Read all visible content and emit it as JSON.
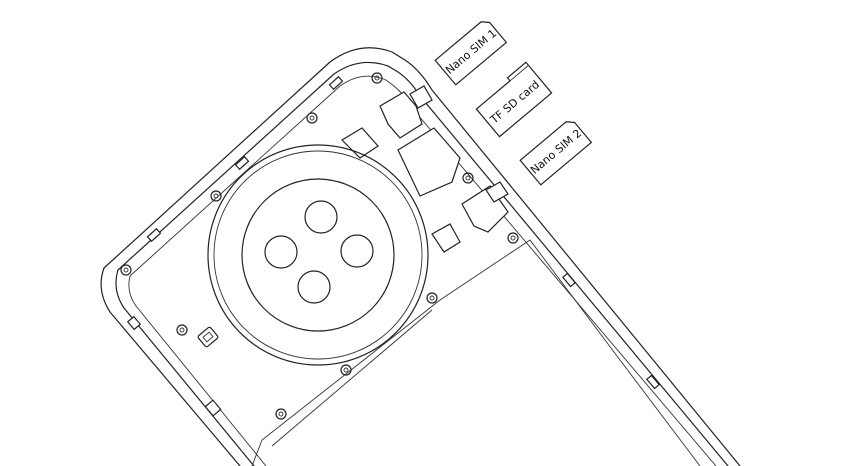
{
  "diagram": {
    "cards": [
      {
        "id": "nano-sim-1",
        "label": "Nano SIM 1"
      },
      {
        "id": "tf-sd-card",
        "label": "TF SD card"
      },
      {
        "id": "nano-sim-2",
        "label": "Nano SIM 2"
      }
    ],
    "camera": {
      "lens_count": 4
    },
    "colors": {
      "line": "#222222",
      "background": "#ffffff"
    }
  }
}
